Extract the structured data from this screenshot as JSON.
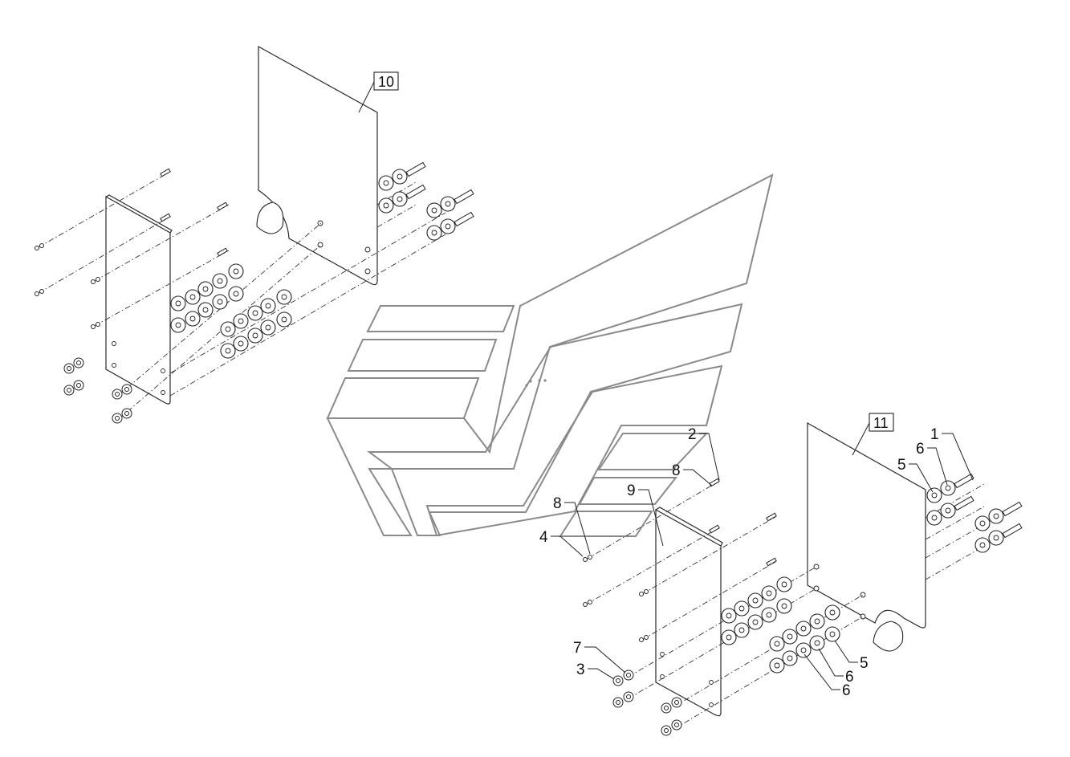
{
  "callouts": {
    "c1": "1",
    "c2": "2",
    "c3": "3",
    "c4": "4",
    "c5a": "5",
    "c5b": "5",
    "c6a": "6",
    "c6b": "6",
    "c6c": "6",
    "c7": "7",
    "c8a": "8",
    "c8b": "8",
    "c9": "9",
    "c10": "10",
    "c11": "11"
  }
}
